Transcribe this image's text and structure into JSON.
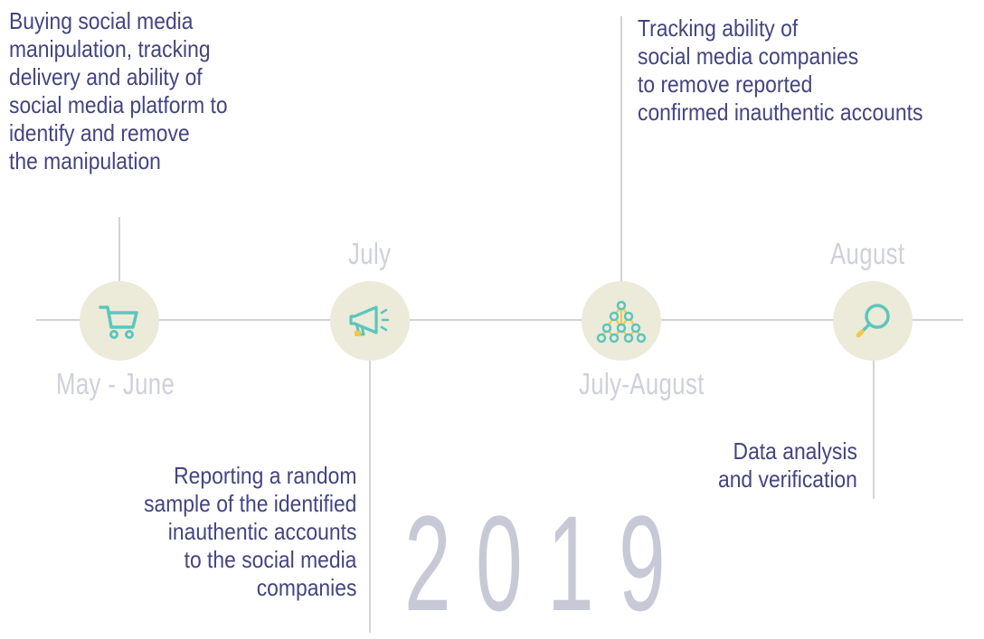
{
  "year": "2019",
  "milestones": [
    {
      "period": "May - June",
      "icon": "shopping-cart-icon",
      "description": [
        "Buying social media",
        "manipulation, tracking",
        "delivery and ability of",
        "social media platform to",
        "identify and remove",
        "the manipulation"
      ]
    },
    {
      "period": "July",
      "icon": "megaphone-icon",
      "description": [
        "Reporting a random",
        "sample of the identified",
        "inauthentic accounts",
        "to the social media",
        "companies"
      ]
    },
    {
      "period": "July-August",
      "icon": "network-icon",
      "description": [
        "Tracking ability of",
        "social media companies",
        "to remove reported",
        "confirmed inauthentic accounts"
      ]
    },
    {
      "period": "August",
      "icon": "magnifier-icon",
      "description": [
        "Data analysis",
        "and verification"
      ]
    }
  ],
  "colors": {
    "circle": "#ecead9",
    "teal": "#5bc6bd",
    "yellow": "#f2c84b",
    "text": "#43457f",
    "period": "#cfd0da",
    "line": "#d3d3d3"
  }
}
